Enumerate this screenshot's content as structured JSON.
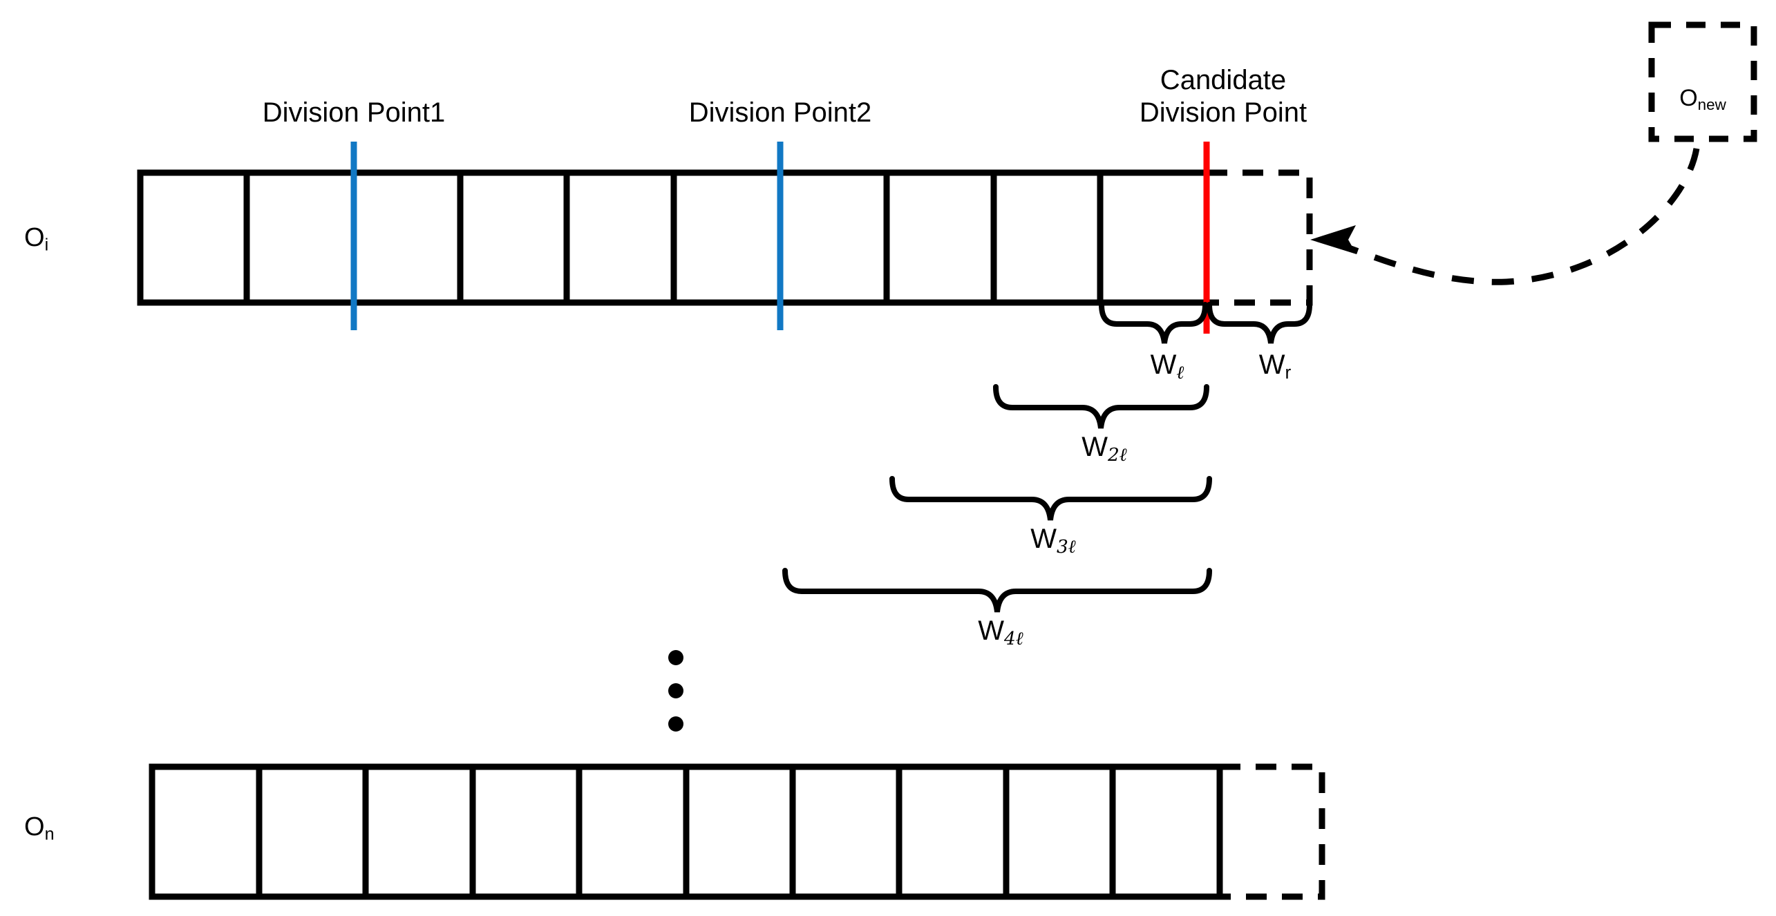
{
  "diagram": {
    "title_hidden": "",
    "colors": {
      "stroke": "#000000",
      "division_line": "#1178c4",
      "candidate_line": "#ff0000",
      "background": "#ffffff"
    },
    "row_labels": {
      "top_base": "O",
      "top_sub": "i",
      "bottom_base": "O",
      "bottom_sub": "n"
    },
    "headers": [
      {
        "id": "division-point-1",
        "text": "Division Point1",
        "line_color": "#1178c4"
      },
      {
        "id": "division-point-2",
        "text": "Division Point2",
        "line_color": "#1178c4"
      },
      {
        "id": "candidate-division-point",
        "line1": "Candidate",
        "line2": "Division Point",
        "line_color": "#ff0000"
      }
    ],
    "new_object": {
      "base": "O",
      "sub": "new"
    },
    "braces": [
      {
        "id": "w-l",
        "base": "W",
        "sub": "ℓ"
      },
      {
        "id": "w-r",
        "base": "W",
        "sub": "r"
      },
      {
        "id": "w-2l",
        "base": "W",
        "sub": "2ℓ"
      },
      {
        "id": "w-3l",
        "base": "W",
        "sub": "3ℓ"
      },
      {
        "id": "w-4l",
        "base": "W",
        "sub": "4ℓ"
      }
    ],
    "ellipsis": "⋮",
    "top_row": {
      "solid_cells": 10,
      "dashed_cells": 1
    },
    "bottom_row": {
      "solid_cells": 10,
      "dashed_cells": 1
    }
  }
}
